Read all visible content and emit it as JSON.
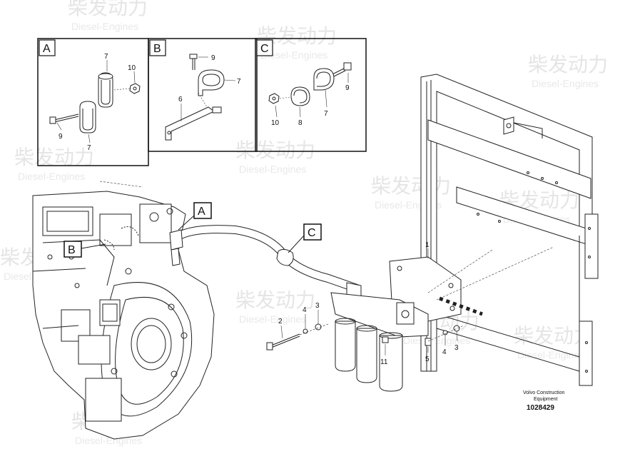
{
  "watermark": {
    "cn": "柴发动力",
    "en": "Diesel-Engines"
  },
  "detail_boxes": [
    {
      "letter": "A",
      "labels": [
        "7",
        "10",
        "9",
        "7"
      ]
    },
    {
      "letter": "B",
      "labels": [
        "9",
        "7",
        "6"
      ]
    },
    {
      "letter": "C",
      "labels": [
        "9",
        "7",
        "10",
        "8"
      ]
    }
  ],
  "callouts": [
    "A",
    "B",
    "C"
  ],
  "part_numbers": {
    "p1": "1",
    "p2": "2",
    "p3a": "3",
    "p4a": "4",
    "p3b": "3",
    "p4b": "4",
    "p5": "5",
    "p11": "11"
  },
  "footer": {
    "company_line1": "Volvo Construction",
    "company_line2": "Equipment",
    "ref_number": "1028429"
  }
}
